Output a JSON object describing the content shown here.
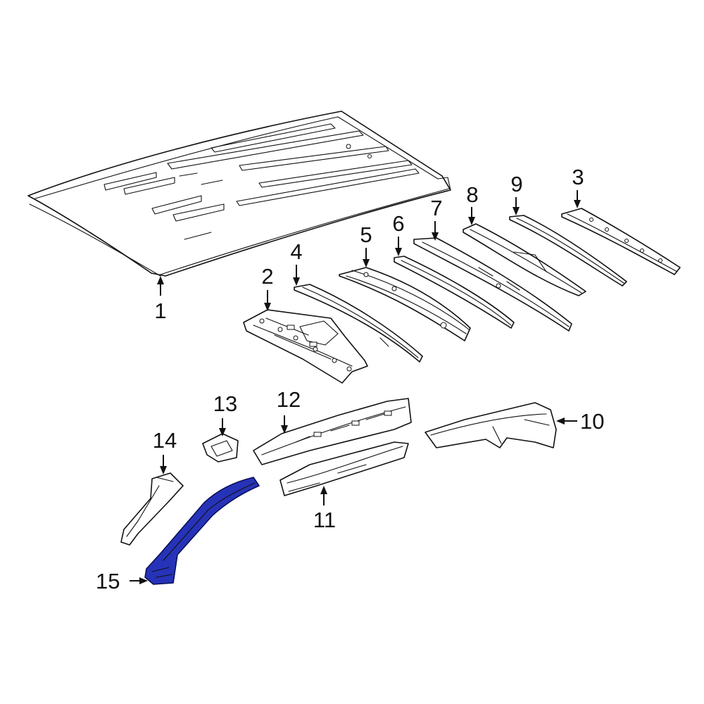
{
  "diagram": {
    "highlight_color": "#2633b8",
    "highlighted_callout": "15",
    "callouts": [
      {
        "id": "1",
        "label": "1"
      },
      {
        "id": "2",
        "label": "2"
      },
      {
        "id": "3",
        "label": "3"
      },
      {
        "id": "4",
        "label": "4"
      },
      {
        "id": "5",
        "label": "5"
      },
      {
        "id": "6",
        "label": "6"
      },
      {
        "id": "7",
        "label": "7"
      },
      {
        "id": "8",
        "label": "8"
      },
      {
        "id": "9",
        "label": "9"
      },
      {
        "id": "10",
        "label": "10"
      },
      {
        "id": "11",
        "label": "11"
      },
      {
        "id": "12",
        "label": "12"
      },
      {
        "id": "13",
        "label": "13"
      },
      {
        "id": "14",
        "label": "14"
      },
      {
        "id": "15",
        "label": "15"
      }
    ]
  }
}
